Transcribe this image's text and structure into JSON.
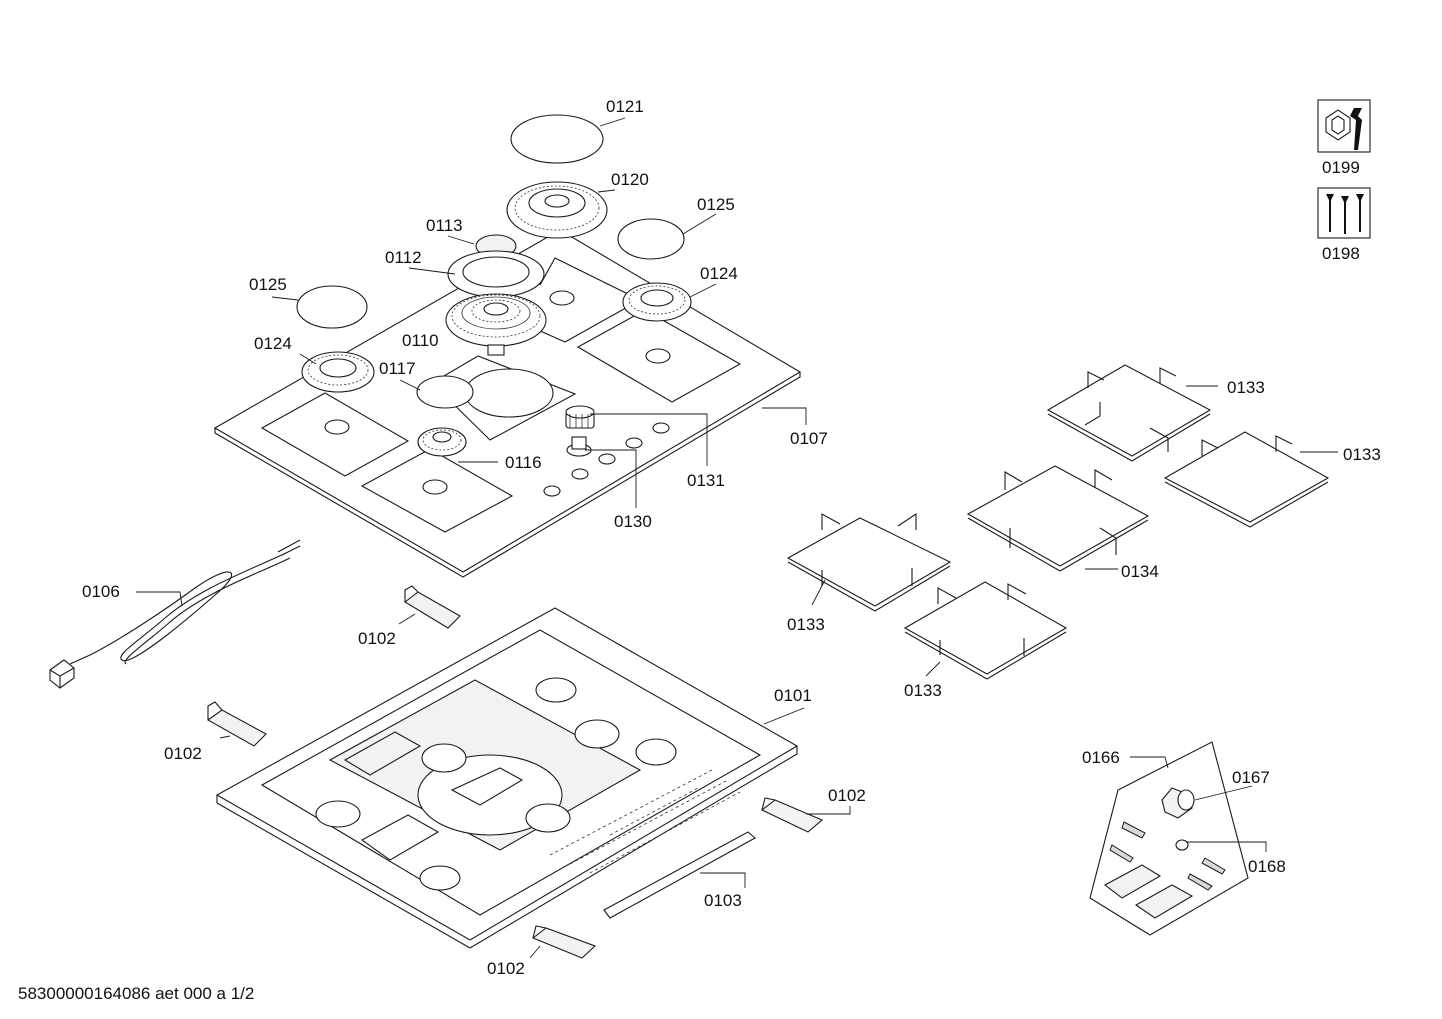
{
  "labels": {
    "p0101": "0101",
    "p0102": "0102",
    "p0103": "0103",
    "p0106": "0106",
    "p0107": "0107",
    "p0110": "0110",
    "p0112": "0112",
    "p0113": "0113",
    "p0116": "0116",
    "p0117": "0117",
    "p0120": "0120",
    "p0121": "0121",
    "p0124": "0124",
    "p0125": "0125",
    "p0130": "0130",
    "p0131": "0131",
    "p0133": "0133",
    "p0134": "0134",
    "p0166": "0166",
    "p0167": "0167",
    "p0168": "0168",
    "p0198": "0198",
    "p0199": "0199"
  },
  "footer": {
    "document_id": "58300000164086 aet 000 a 1/2"
  },
  "icons": {
    "service_set": "nut-and-wrench-icon",
    "screw_set": "screws-icon"
  }
}
